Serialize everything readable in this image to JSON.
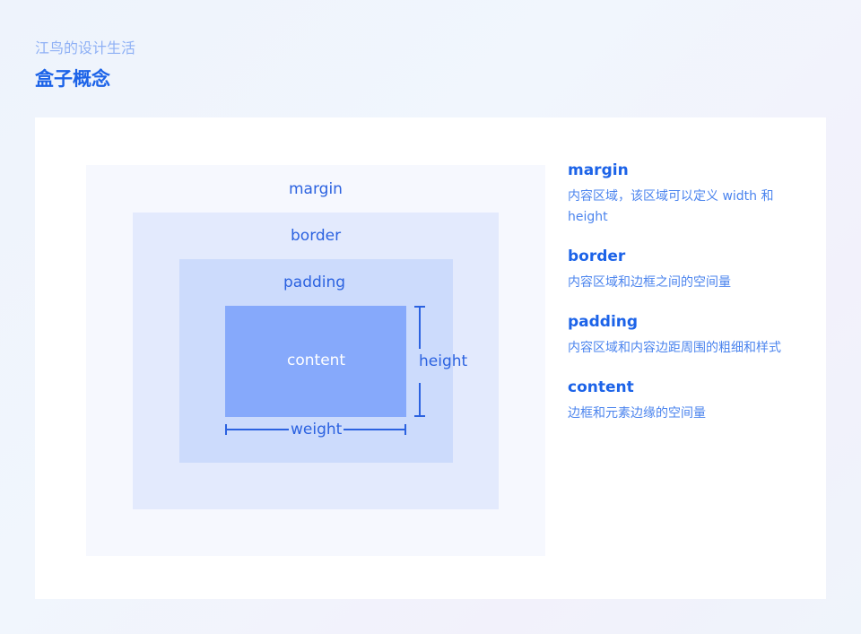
{
  "header": {
    "brand": "江鸟的设计生活",
    "title": "盒子概念"
  },
  "diagram": {
    "margin_label": "margin",
    "border_label": "border",
    "padding_label": "padding",
    "content_label": "content",
    "height_label": "height",
    "width_label": "weight"
  },
  "legend": [
    {
      "term": "margin",
      "desc": "内容区域，该区域可以定义 width 和 height"
    },
    {
      "term": "border",
      "desc": "内容区域和边框之间的空间量"
    },
    {
      "term": "padding",
      "desc": "内容区域和内容边距周围的粗细和样式"
    },
    {
      "term": "content",
      "desc": "边框和元素边缘的空间量"
    }
  ],
  "colors": {
    "accent": "#1c63e8",
    "margin_fill": "#f6f8fe",
    "border_fill": "#e3eafd",
    "padding_fill": "#ccdbfc",
    "content_fill": "#86a9fb"
  }
}
